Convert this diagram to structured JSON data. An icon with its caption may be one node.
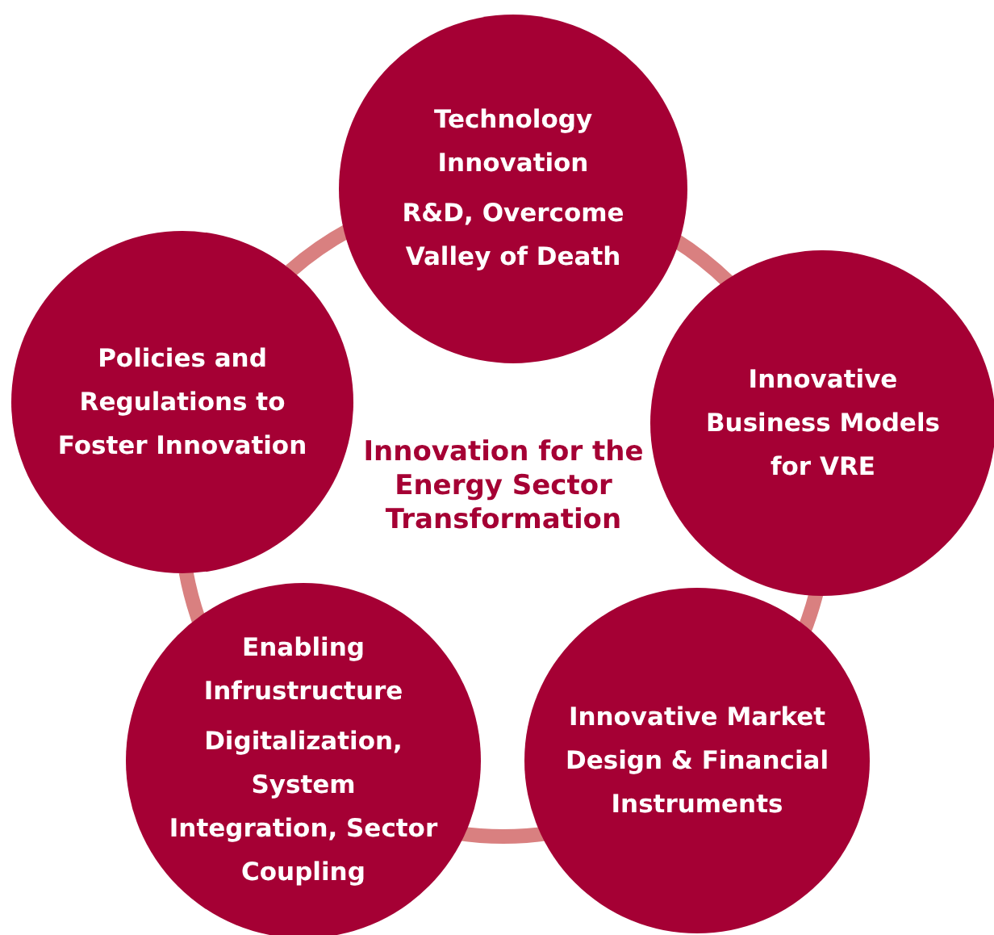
{
  "diagram": {
    "title": "Innovation for the Energy Sector Transformation",
    "nodes": [
      {
        "text": [
          "Technology Innovation",
          "R&D, Overcome Valley of Death"
        ]
      },
      {
        "text": [
          "Innovative Business Models for VRE"
        ]
      },
      {
        "text": [
          "Innovative Market Design & Financial Instruments"
        ]
      },
      {
        "text": [
          "Enabling Infrustructure",
          "Digitalization, System Integration, Sector Coupling"
        ]
      },
      {
        "text": [
          "Policies and Regulations to Foster Innovation"
        ]
      }
    ],
    "edges": [
      {
        "from": 0,
        "to": 1,
        "arrow": "none"
      },
      {
        "from": 1,
        "to": 2,
        "arrow": "none"
      },
      {
        "from": 2,
        "to": 3,
        "arrow": "none"
      },
      {
        "from": 3,
        "to": 4,
        "arrow": "none"
      },
      {
        "from": 4,
        "to": 0,
        "arrow": "none"
      }
    ]
  }
}
